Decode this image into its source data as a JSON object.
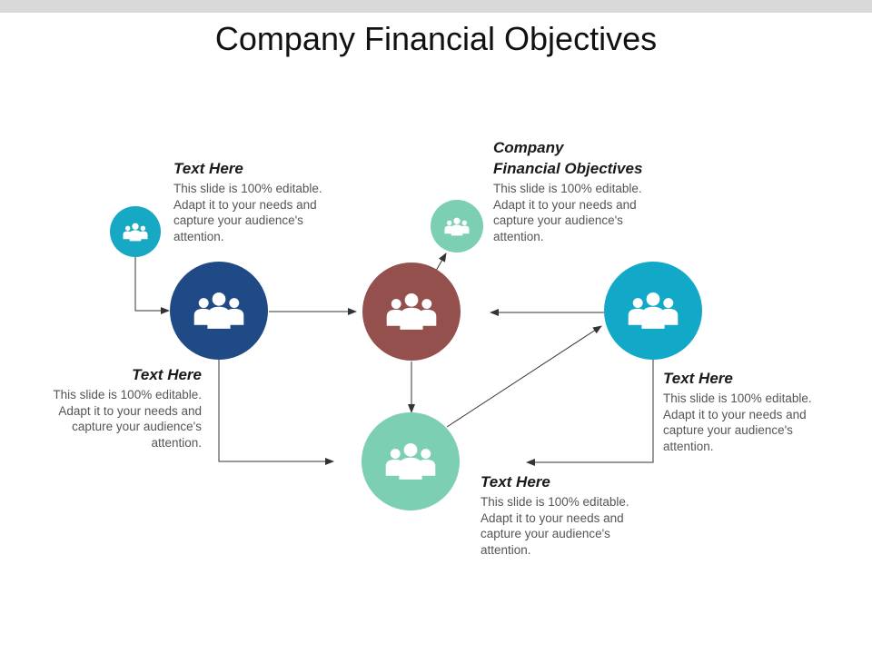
{
  "title": "Company Financial Objectives",
  "colors": {
    "teal_small": "#17a8c4",
    "navy": "#1f4a86",
    "maroon": "#94504d",
    "cyan": "#12a9c9",
    "mint": "#7ccfb3",
    "mint_small": "#7ccfb3",
    "arrow": "#333333",
    "topbar": "#d9d9d9"
  },
  "nodes": [
    {
      "id": "small-teal",
      "icon": "people-icon",
      "color": "teal_small"
    },
    {
      "id": "navy",
      "icon": "people-icon",
      "color": "navy"
    },
    {
      "id": "maroon",
      "icon": "people-icon",
      "color": "maroon"
    },
    {
      "id": "small-mint",
      "icon": "people-icon",
      "color": "mint_small"
    },
    {
      "id": "cyan",
      "icon": "people-icon",
      "color": "cyan"
    },
    {
      "id": "mint",
      "icon": "people-icon",
      "color": "mint"
    }
  ],
  "blocks": {
    "top_left": {
      "heading": "Text Here",
      "body": "This slide is 100% editable. Adapt it to your needs and capture your audience's attention."
    },
    "top_center_heading_line1": "Company",
    "top_center_heading_line2": "Financial Objectives",
    "top_center": {
      "body": "This slide is 100% editable. Adapt it to your needs and capture your audience's attention."
    },
    "mid_left": {
      "heading": "Text Here",
      "body": "This slide is 100% editable. Adapt it to your needs and capture your audience's attention."
    },
    "mid_right": {
      "heading": "Text Here",
      "body": "This slide is 100% editable. Adapt it to your needs and capture your audience's attention."
    },
    "bottom": {
      "heading": "Text Here",
      "body": "This slide is 100% editable. Adapt it to your needs and capture your audience's attention."
    }
  }
}
